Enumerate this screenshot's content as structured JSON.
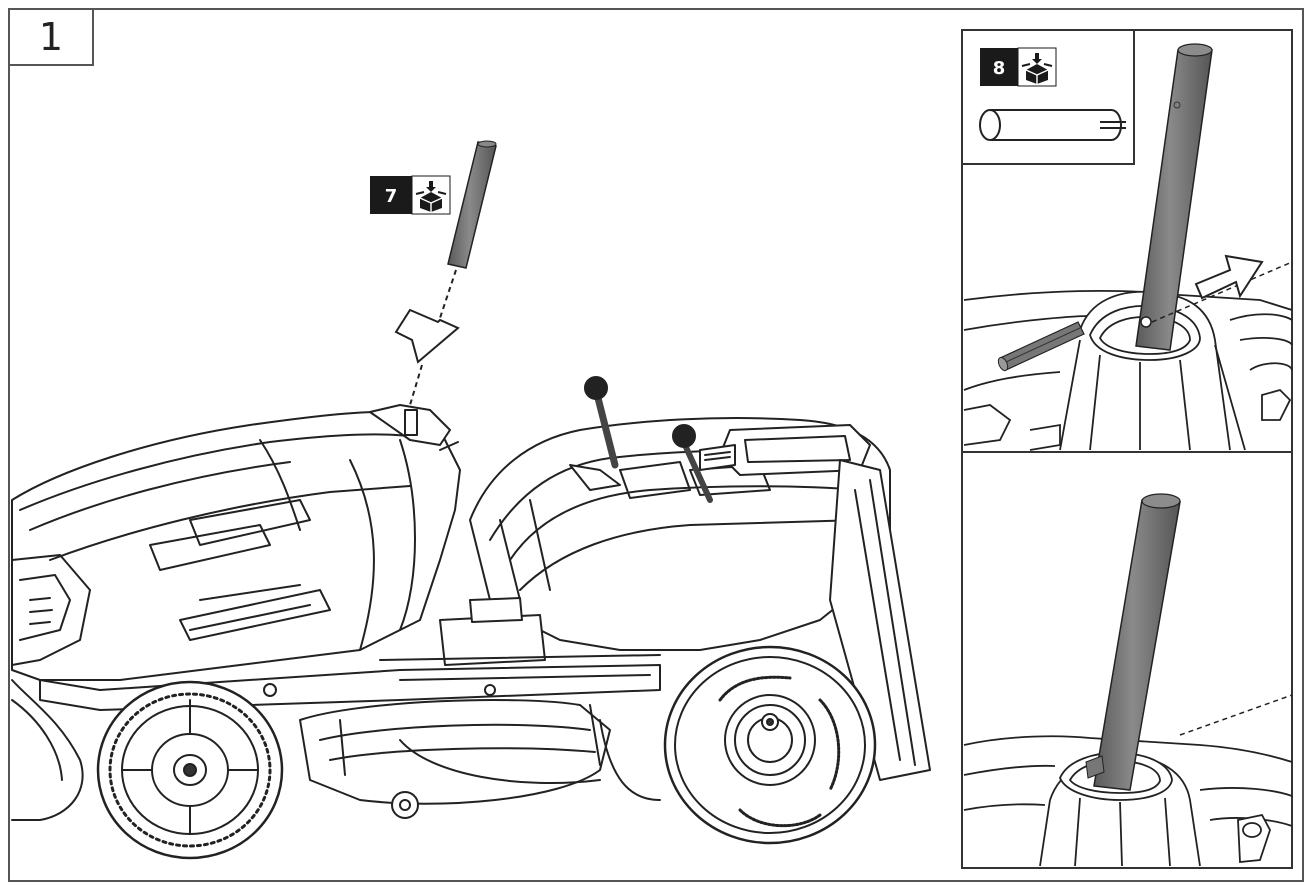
{
  "step": {
    "number": "1"
  },
  "callouts": {
    "part_7": {
      "number": "7",
      "icon": "box-unpack-icon"
    },
    "part_8": {
      "number": "8",
      "icon": "box-unpack-icon"
    }
  },
  "colors": {
    "line": "#222222",
    "part_fill": "#6e6e6e",
    "badge_bg": "#1a1a1a",
    "frame": "#555555"
  }
}
